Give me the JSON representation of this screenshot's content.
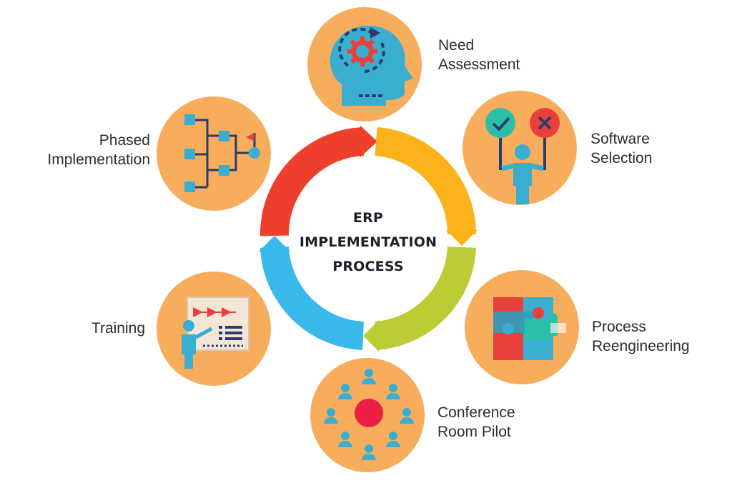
{
  "title": {
    "line1": "ERP",
    "line2": "IMPLEMENTATION",
    "line3": "PROCESS"
  },
  "stages": {
    "need_assessment": {
      "line1": "Need",
      "line2": "Assessment"
    },
    "software_selection": {
      "line1": "Software",
      "line2": "Selection"
    },
    "process_reengineering": {
      "line1": "Process",
      "line2": "Reengineering"
    },
    "conference_room_pilot": {
      "line1": "Conference",
      "line2": "Room Pilot"
    },
    "training": {
      "line1": "Training"
    },
    "phased_implementation": {
      "line1": "Phased",
      "line2": "Implementation"
    }
  },
  "colors": {
    "circle_fill": "#f8ad5c",
    "ring_red": "#ee3f2c",
    "ring_orange": "#fbb21b",
    "ring_green": "#bccc35",
    "ring_blue": "#38b9ea",
    "icon_blue": "#3aaed0",
    "icon_navy": "#2d3b6a",
    "icon_red": "#e8413c",
    "icon_teal": "#2bbfa6"
  },
  "icons": [
    "head-gear-icon",
    "check-cross-signs-icon",
    "puzzle-icon",
    "meeting-people-icon",
    "presentation-board-icon",
    "flowchart-flag-icon"
  ]
}
